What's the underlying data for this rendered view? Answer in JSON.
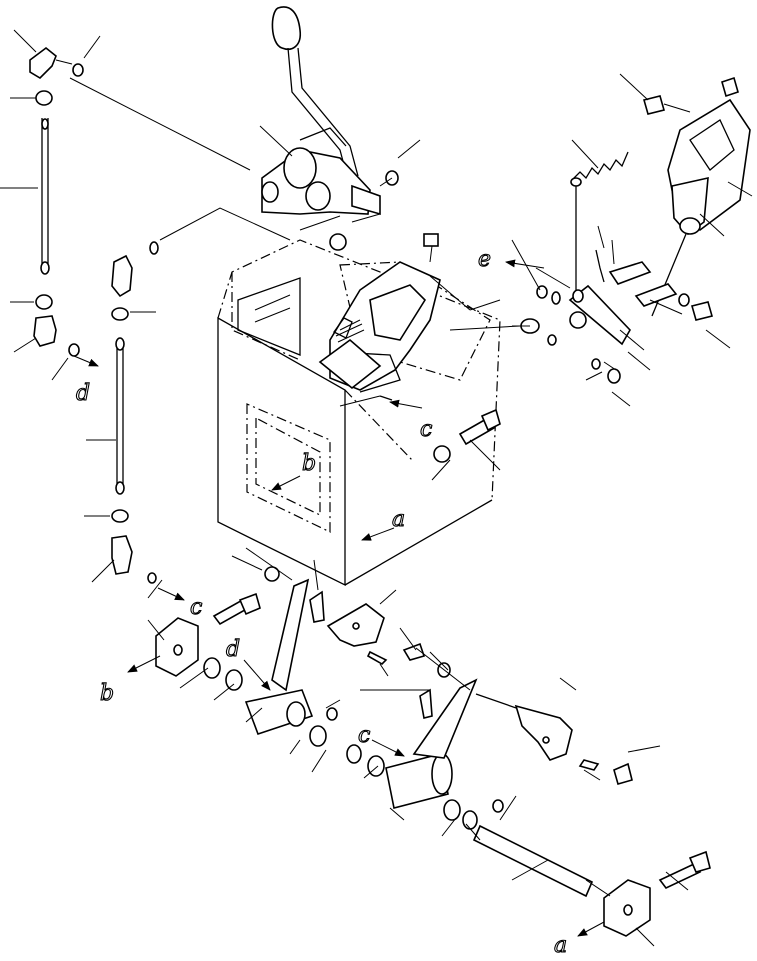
{
  "diagram": {
    "callout_letters": {
      "a_box_right": "a",
      "a_bottom": "a",
      "b_box": "b",
      "b_left": "b",
      "c_box_right": "c",
      "c_left": "c",
      "c_shaft": "c",
      "d_left_rod": "d",
      "d_arm": "d",
      "e_top_right": "e"
    }
  }
}
